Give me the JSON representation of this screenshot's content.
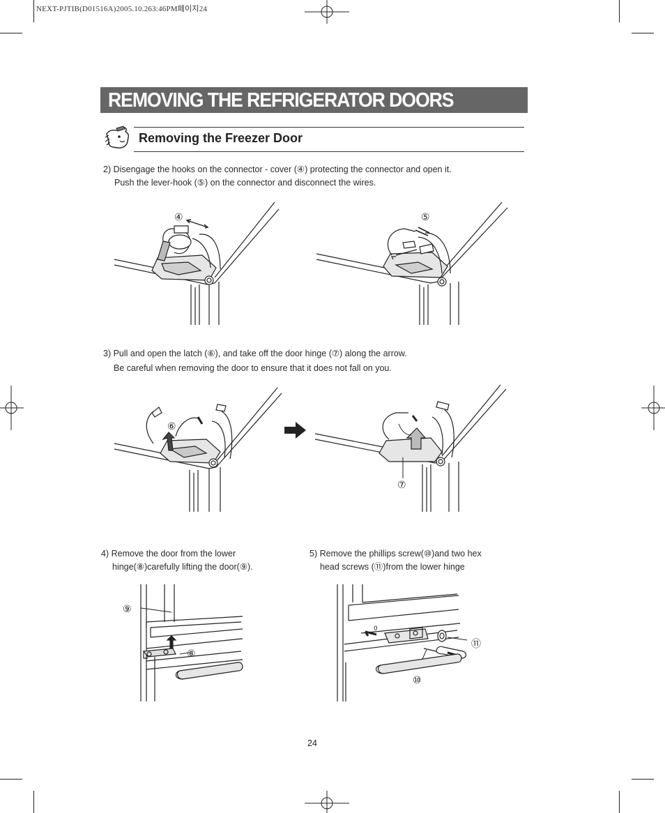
{
  "print_header": "NEXT-PJTIB(D01516A)2005.10.263:46PM페이지24",
  "page_title": "REMOVING THE REFRIGERATOR DOORS",
  "section_title": "Removing the Freezer Door",
  "steps": {
    "step2": {
      "line1": "2) Disengage the hooks on the connector - cover (④) protecting the connector and open it.",
      "line2": "Push the lever-hook (⑤) on the connector and disconnect the wires."
    },
    "step3": {
      "line1": "3) Pull and open the latch (⑥), and take off the door hinge (⑦) along the arrow.",
      "line2": "Be careful when removing the door to ensure that it does not fall on you."
    },
    "step4": {
      "line1": "4) Remove the door from the lower",
      "line2": "hinge(⑧)carefully lifting the door(⑨)."
    },
    "step5": {
      "line1": "5) Remove the phillips screw(⑩)and two hex",
      "line2": "head screws (⑪)from the lower hinge"
    }
  },
  "callouts": {
    "c4": "④",
    "c5": "⑤",
    "c6": "⑥",
    "c7": "⑦",
    "c8": "⑧",
    "c9": "⑨",
    "c10": "⑩",
    "c11": "⑪"
  },
  "page_number": "24",
  "icons": [
    "hand-pointer-icon",
    "arrow-right-icon",
    "registration-mark-icon"
  ],
  "colors": {
    "title_bar": "#666666",
    "title_text": "#ffffff",
    "line_art": "#222222",
    "figure_fill": "#e6e6e6"
  }
}
